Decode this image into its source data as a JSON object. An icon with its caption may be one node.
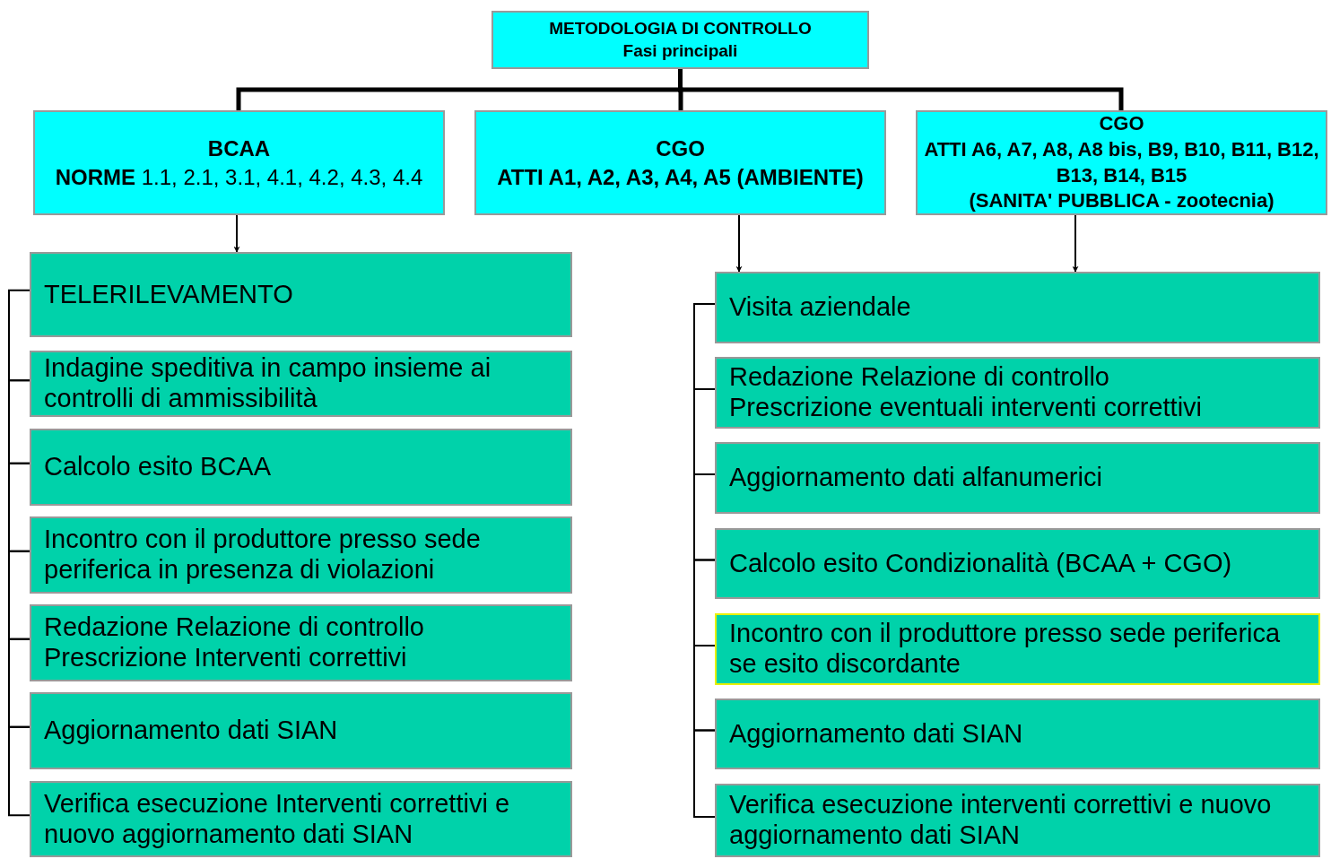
{
  "diagram": {
    "nodes": [
      {
        "text": [
          "METODOLOGIA DI CONTROLLO",
          "Fasi principali"
        ]
      },
      {
        "text": [
          "BCAA",
          "**NORME** 1.1, 2.1, 3.1, 4.1, 4.2, 4.3, 4.4"
        ]
      },
      {
        "text": [
          "CGO",
          "ATTI A1, A2, A3, A4, A5 (AMBIENTE)"
        ]
      },
      {
        "text": [
          "CGO",
          "ATTI A6, A7, A8, A8 bis, B9, B10, B11, B12, B13, B14, B15",
          "(SANITA' PUBBLICA - zootecnia)"
        ]
      },
      {
        "text": [
          "TELERILEVAMENTO"
        ]
      },
      {
        "text": [
          "Indagine speditiva in campo insieme ai controlli di ammissibilità"
        ]
      },
      {
        "text": [
          "Calcolo esito BCAA"
        ]
      },
      {
        "text": [
          "Incontro con il produttore presso sede periferica in presenza di violazioni"
        ]
      },
      {
        "text": [
          "Redazione Relazione di controllo",
          "Prescrizione Interventi correttivi"
        ]
      },
      {
        "text": [
          "Aggiornamento dati SIAN"
        ]
      },
      {
        "text": [
          "Verifica esecuzione Interventi correttivi e nuovo aggiornamento dati SIAN"
        ]
      },
      {
        "text": [
          "Visita aziendale"
        ]
      },
      {
        "text": [
          "Redazione Relazione di controllo",
          "Prescrizione eventuali interventi correttivi"
        ]
      },
      {
        "text": [
          "Aggiornamento dati alfanumerici"
        ]
      },
      {
        "text": [
          "Calcolo esito Condizionalità (BCAA + CGO)"
        ]
      },
      {
        "text": [
          "Incontro con il produttore presso sede periferica se esito discordante"
        ]
      },
      {
        "text": [
          "Aggiornamento dati SIAN"
        ]
      },
      {
        "text": [
          "Verifica esecuzione interventi correttivi e nuovo aggiornamento dati SIAN"
        ]
      }
    ],
    "edges": [
      {
        "from": 0,
        "to": 1,
        "arrow": "none",
        "style": "thick"
      },
      {
        "from": 0,
        "to": 2,
        "arrow": "none",
        "style": "thick"
      },
      {
        "from": 0,
        "to": 3,
        "arrow": "none",
        "style": "thick"
      },
      {
        "from": 1,
        "to": 4,
        "arrow": "to"
      },
      {
        "from": 2,
        "to": 11,
        "arrow": "to"
      },
      {
        "from": 3,
        "to": 11,
        "arrow": "to"
      },
      {
        "from": 4,
        "to": 5,
        "arrow": "none"
      },
      {
        "from": 5,
        "to": 6,
        "arrow": "none"
      },
      {
        "from": 6,
        "to": 7,
        "arrow": "none"
      },
      {
        "from": 7,
        "to": 8,
        "arrow": "none"
      },
      {
        "from": 8,
        "to": 9,
        "arrow": "none"
      },
      {
        "from": 9,
        "to": 10,
        "arrow": "none"
      },
      {
        "from": 11,
        "to": 12,
        "arrow": "none"
      },
      {
        "from": 12,
        "to": 13,
        "arrow": "none"
      },
      {
        "from": 13,
        "to": 14,
        "arrow": "none"
      },
      {
        "from": 14,
        "to": 15,
        "arrow": "none"
      },
      {
        "from": 15,
        "to": 16,
        "arrow": "none"
      },
      {
        "from": 16,
        "to": 17,
        "arrow": "none"
      }
    ]
  }
}
